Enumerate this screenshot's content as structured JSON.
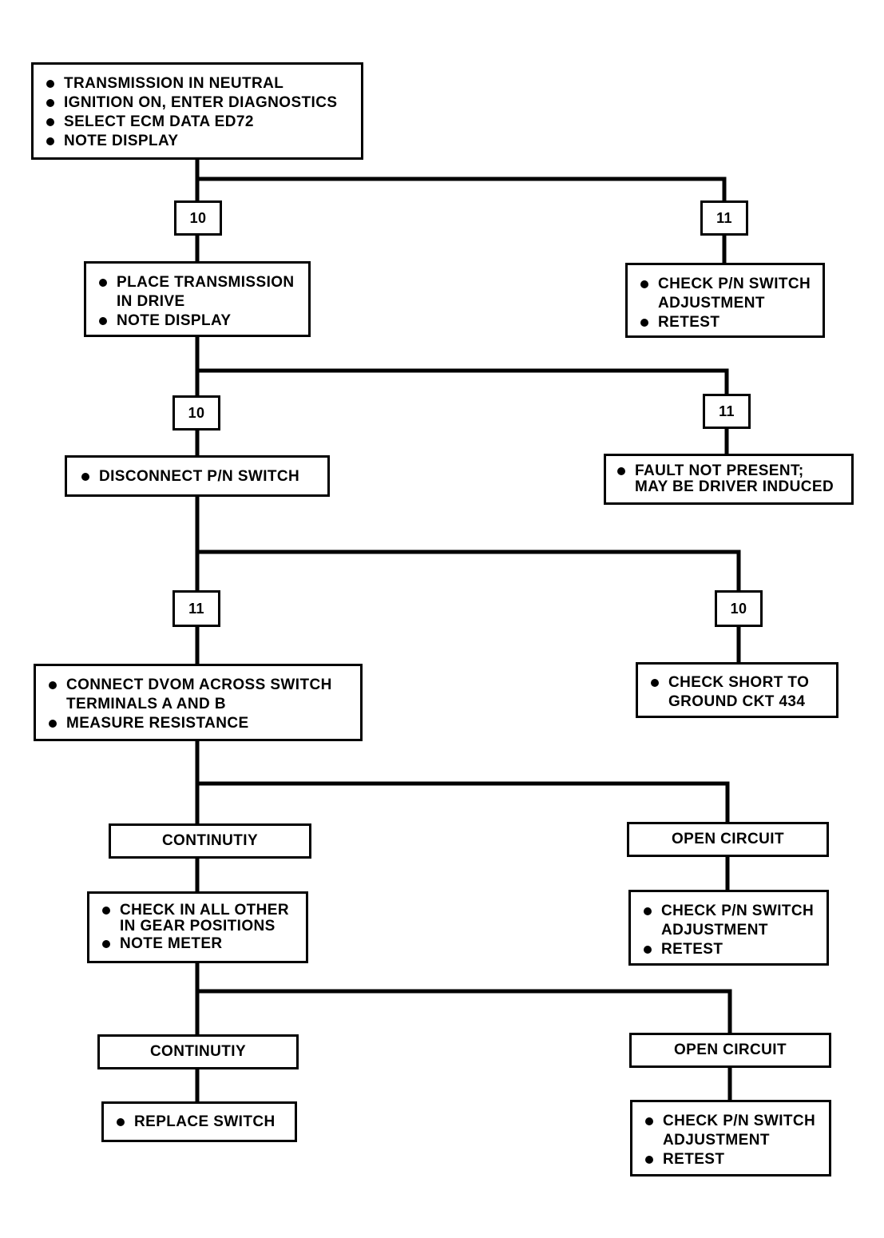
{
  "steps": {
    "start": [
      "TRANSMISSION IN NEUTRAL",
      "IGNITION ON, ENTER DIAGNOSTICS",
      "SELECT ECM DATA ED72",
      "NOTE DISPLAY"
    ],
    "place_drive": [
      "PLACE TRANSMISSION\nIN DRIVE",
      "NOTE DISPLAY"
    ],
    "check_pn_1": [
      "CHECK P/N SWITCH\nADJUSTMENT",
      "RETEST"
    ],
    "disconnect": [
      "DISCONNECT P/N SWITCH"
    ],
    "fault_not_present": [
      "FAULT NOT PRESENT;\nMAY BE DRIVER INDUCED"
    ],
    "connect_dvom": [
      "CONNECT DVOM ACROSS SWITCH\nTERMINALS A AND B",
      "MEASURE RESISTANCE"
    ],
    "check_short": [
      "CHECK SHORT TO\nGROUND CKT 434"
    ],
    "check_gears": [
      "CHECK IN ALL OTHER\nIN GEAR POSITIONS",
      "NOTE METER"
    ],
    "check_pn_2": [
      "CHECK P/N SWITCH\nADJUSTMENT",
      "RETEST"
    ],
    "replace_switch": [
      "REPLACE SWITCH"
    ],
    "check_pn_3": [
      "CHECK P/N SWITCH\nADJUSTMENT",
      "RETEST"
    ]
  },
  "results": {
    "r1_left": "10",
    "r1_right": "11",
    "r2_left": "10",
    "r2_right": "11",
    "r3_left": "11",
    "r3_right": "10",
    "r4_left": "CONTINUTIY",
    "r4_right": "OPEN CIRCUIT",
    "r5_left": "CONTINUTIY",
    "r5_right": "OPEN CIRCUIT"
  }
}
